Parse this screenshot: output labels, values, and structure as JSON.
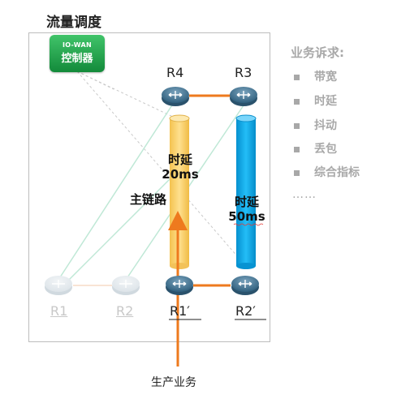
{
  "title": "流量调度",
  "controller": {
    "line1": "IO-WAN",
    "line2": "控制器"
  },
  "nodes": {
    "r1": "R1",
    "r2": "R2",
    "r3": "R3",
    "r4": "R4",
    "r1p": "R1′",
    "r2p": "R2′"
  },
  "pipes": {
    "left": {
      "line1": "时延",
      "line2": "20ms",
      "color": "#fcd46a"
    },
    "right": {
      "line1": "时延",
      "line2": "50ms",
      "color": "#0aa6ea"
    }
  },
  "main_path_label": "主链路",
  "service_label": "生产业务",
  "requirements": {
    "title": "业务诉求:",
    "items": [
      "带宽",
      "时延",
      "抖动",
      "丢包",
      "综合指标"
    ],
    "more": "……"
  },
  "colors": {
    "link": "#ee7a1e",
    "controller": "#1e9c48",
    "frame": "#bdbdbd"
  }
}
